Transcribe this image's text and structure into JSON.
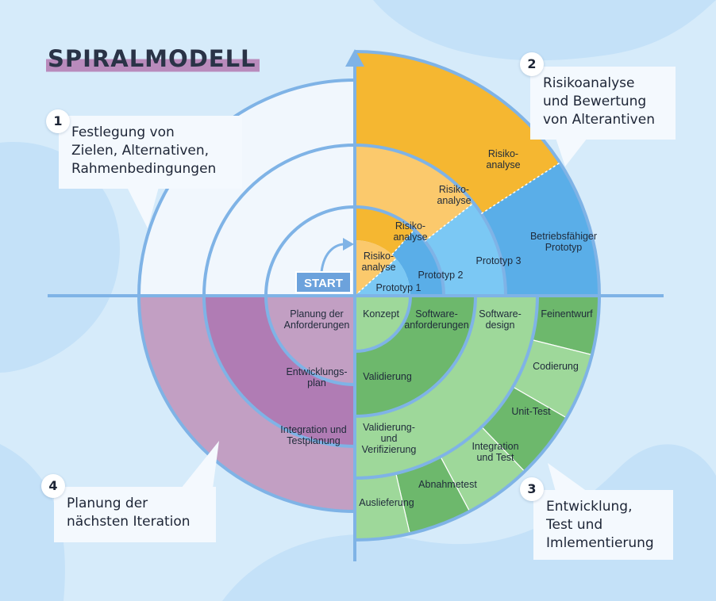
{
  "title": "SPIRALMODELL",
  "start_label": "START",
  "colors": {
    "quadrant1": "#f1f7fd",
    "risk_orange": "#f5b731",
    "risk_light_orange": "#fbc96c",
    "prototype_blue": "#5aaee8",
    "prototype_light_blue": "#7bc8f4",
    "dev_green": "#6db86c",
    "dev_light_green": "#9ed89a",
    "plan_purple": "#b07cb4",
    "plan_light_purple": "#c29fc3",
    "axis_blue": "#7fb3e6"
  },
  "callouts": {
    "q1": {
      "number": "1",
      "lines": [
        "Festlegung von",
        "Zielen, Alternativen,",
        "Rahmenbedingungen"
      ]
    },
    "q2": {
      "number": "2",
      "lines": [
        "Risikoanalyse",
        "und Bewertung",
        "von Alterantiven"
      ]
    },
    "q3": {
      "number": "3",
      "lines": [
        "Entwicklung,",
        "Test und",
        "Imlementierung"
      ]
    },
    "q4": {
      "number": "4",
      "lines": [
        "Planung der",
        "nächsten Iteration"
      ]
    }
  },
  "labels": {
    "risk_outer": [
      "Risiko-",
      "analyse"
    ],
    "risk_mid": [
      "Risiko-",
      "analyse"
    ],
    "risk_inner": [
      "Risiko-",
      "analyse"
    ],
    "risk_core": [
      "Risiko-",
      "analyse"
    ],
    "betriebsfaehiger_prototyp": [
      "Betriebsfähiger",
      "Prototyp"
    ],
    "prototyp3": [
      "Prototyp 3"
    ],
    "prototyp2": [
      "Prototyp 2"
    ],
    "prototyp1": [
      "Prototyp 1"
    ],
    "konzept": [
      "Konzept"
    ],
    "software_anforderungen": [
      "Software-",
      "anforderungen"
    ],
    "software_design": [
      "Software-",
      "design"
    ],
    "feinentwurf": [
      "Feinentwurf"
    ],
    "codierung": [
      "Codierung"
    ],
    "unit_test": [
      "Unit-Test"
    ],
    "integration_und_test": [
      "Integration",
      "und Test"
    ],
    "abnahmetest": [
      "Abnahmetest"
    ],
    "auslieferung": [
      "Auslieferung"
    ],
    "validierung": [
      "Validierung"
    ],
    "validierung_verifizierung": [
      "Validierung-",
      "und",
      "Verifizierung"
    ],
    "planung_anforderungen": [
      "Planung der",
      "Anforderungen"
    ],
    "entwicklungsplan": [
      "Entwicklungs-",
      "plan"
    ],
    "integration_testplanung": [
      "Integration und",
      "Testplanung"
    ]
  }
}
